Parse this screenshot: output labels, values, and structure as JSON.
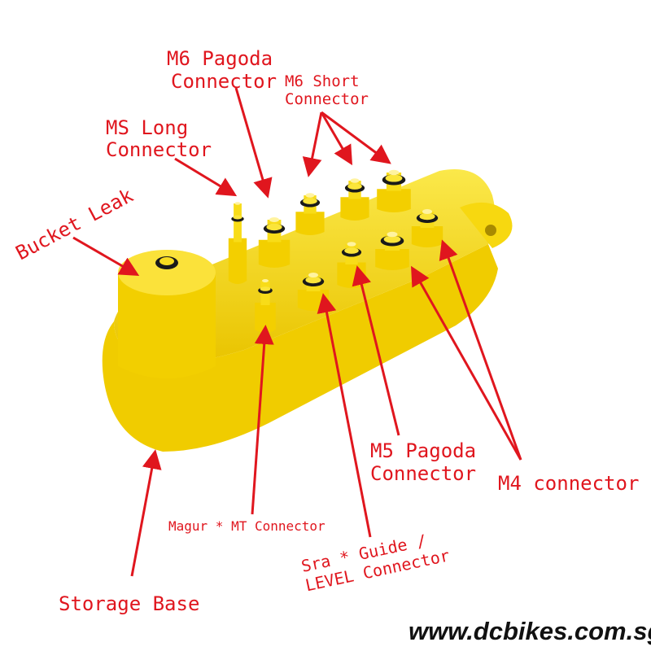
{
  "labels": {
    "m6_pagoda": [
      "M6 Pagoda",
      "Connector"
    ],
    "m6_short": [
      "M6 Short",
      "Connector"
    ],
    "ms_long": [
      "MS Long",
      "Connector"
    ],
    "bucket_leak": "Bucket Leak",
    "m5_pagoda": [
      "M5 Pagoda",
      "Connector"
    ],
    "m4": "M4 connector",
    "magur": "Magur * MT Connector",
    "sra": [
      "Sra * Guide /",
      "LEVEL Connector"
    ],
    "storage_base": "Storage Base"
  },
  "watermark": "www.dcbikes.com.sg",
  "colors": {
    "label": "#e0161e",
    "product": "#f6d80a",
    "oring": "#1a1a1a"
  }
}
